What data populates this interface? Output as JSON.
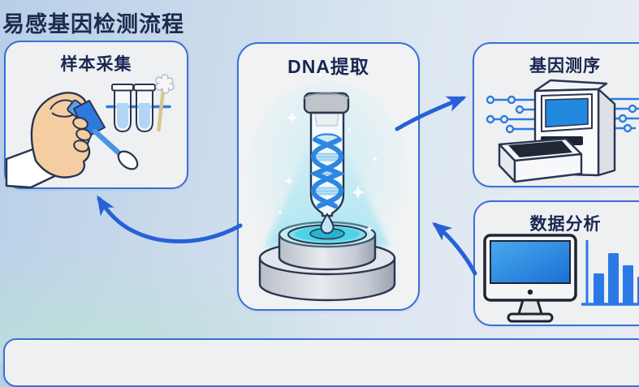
{
  "title": "易感基因检测流程",
  "panels": {
    "sample_collection": {
      "title": "样本采集"
    },
    "dna_extraction": {
      "title": "DNA提取"
    },
    "gene_sequencing": {
      "title": "基因测序"
    },
    "data_analysis": {
      "title": "数据分析"
    }
  },
  "flow_order": [
    "样本采集",
    "DNA提取",
    "基因测序",
    "数据分析"
  ],
  "icons": [
    "hand-holding-swab-icon",
    "test-tubes-icon",
    "cotton-swab-icon",
    "dna-tube-icon",
    "pedestal-glow-icon",
    "sequencer-machine-icon",
    "circuit-traces-icon",
    "monitor-icon",
    "bar-chart-icon",
    "flow-arrow-icon"
  ],
  "colors": {
    "panel_border": "#3a6fd6",
    "panel_bg": "#eef0f1",
    "title_text": "#1d2b50",
    "arrow": "#2661d8",
    "accent_blue": "#2b7ce2",
    "helix_blue": "#2e86e0",
    "glow_cyan": "#8adeea",
    "bar_color": "#2b79e6",
    "screen_blue": "#2388e0"
  },
  "analysis_bars": {
    "relative_heights": [
      38,
      63,
      48,
      34
    ]
  }
}
